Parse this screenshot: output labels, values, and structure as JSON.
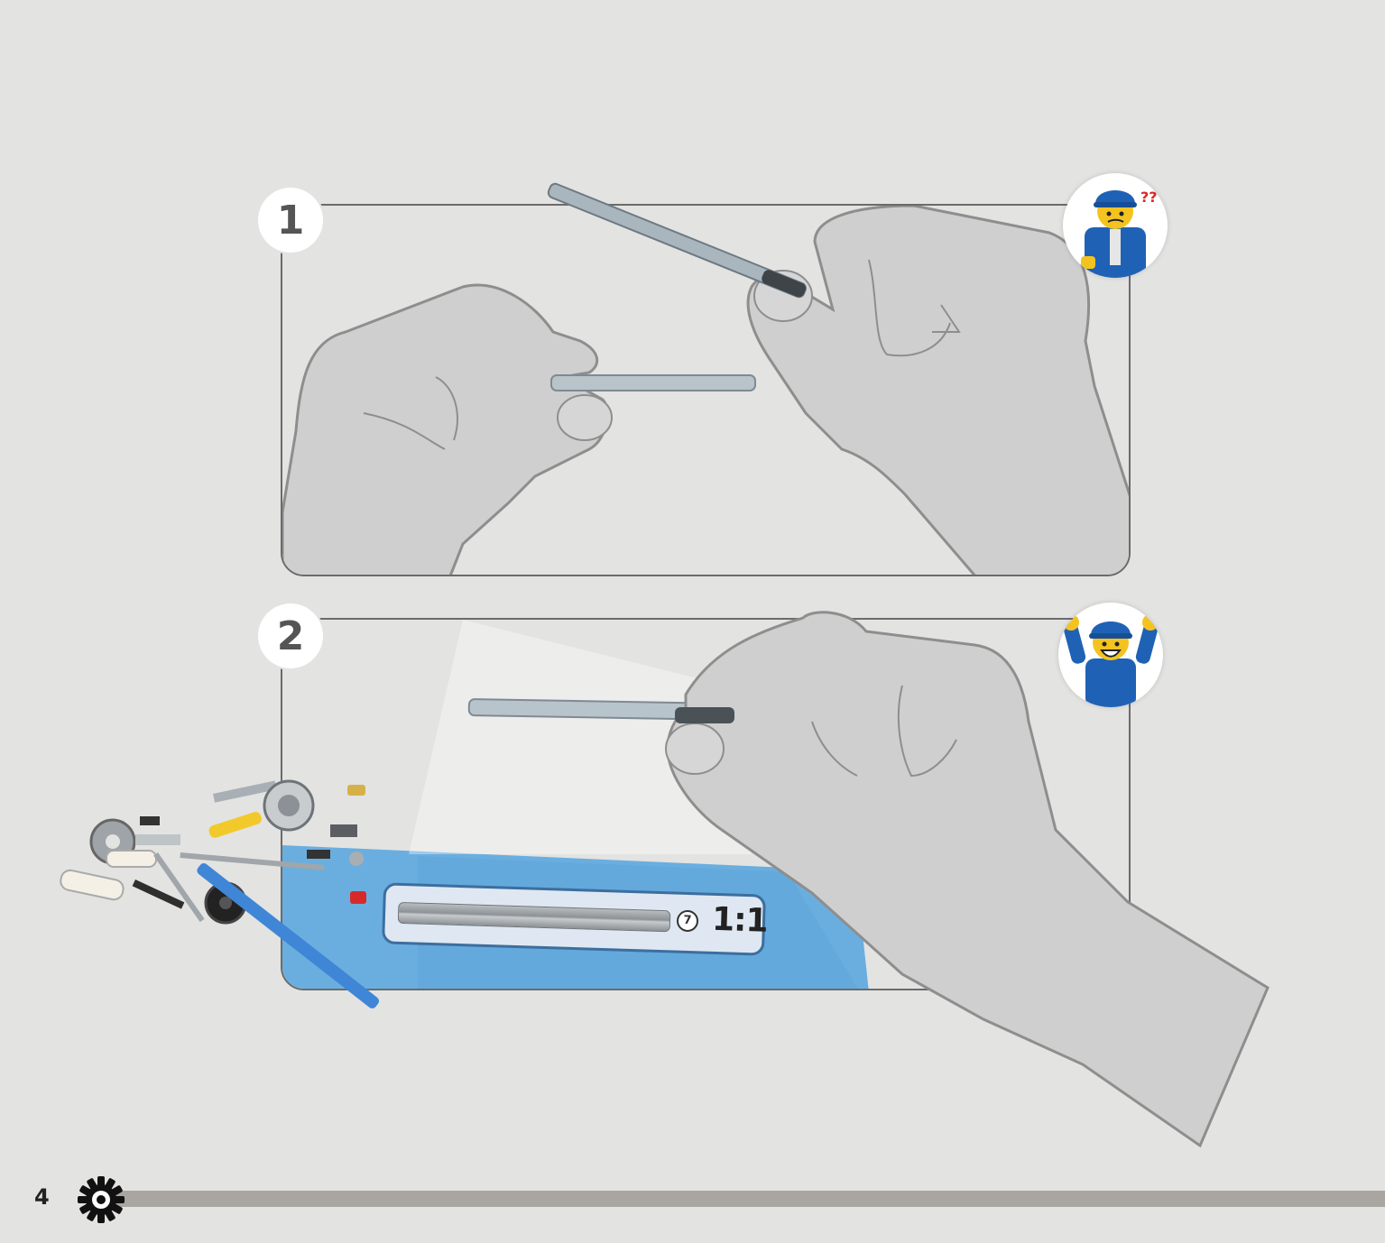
{
  "page": {
    "number": "4",
    "background": "#e3e3e2",
    "footer_color": "#a9a5a0"
  },
  "steps": [
    {
      "label": "1",
      "avatar_icon": "confused-minifigure-icon"
    },
    {
      "label": "2",
      "avatar_icon": "cheering-minifigure-icon"
    }
  ],
  "scale_card": {
    "length": "7",
    "ratio": "1:1",
    "color": "#6aaee0"
  },
  "footer": {
    "icon": "gear-icon"
  }
}
